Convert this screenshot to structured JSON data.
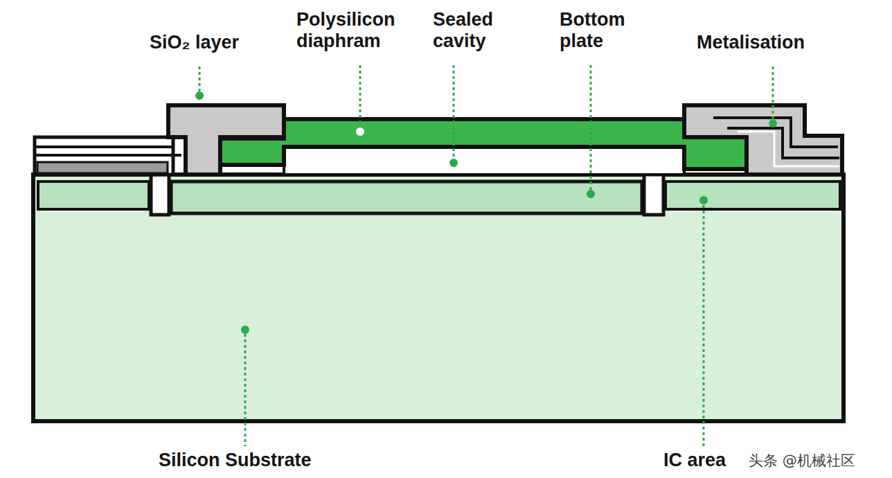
{
  "diagram": {
    "labels": [
      "SiO₂ layer",
      "Polysilicon diaphram",
      "Sealed cavity",
      "Bottom plate",
      "Metalisation",
      "Silicon Substrate",
      "IC area",
      "头条 @机械社区"
    ]
  }
}
